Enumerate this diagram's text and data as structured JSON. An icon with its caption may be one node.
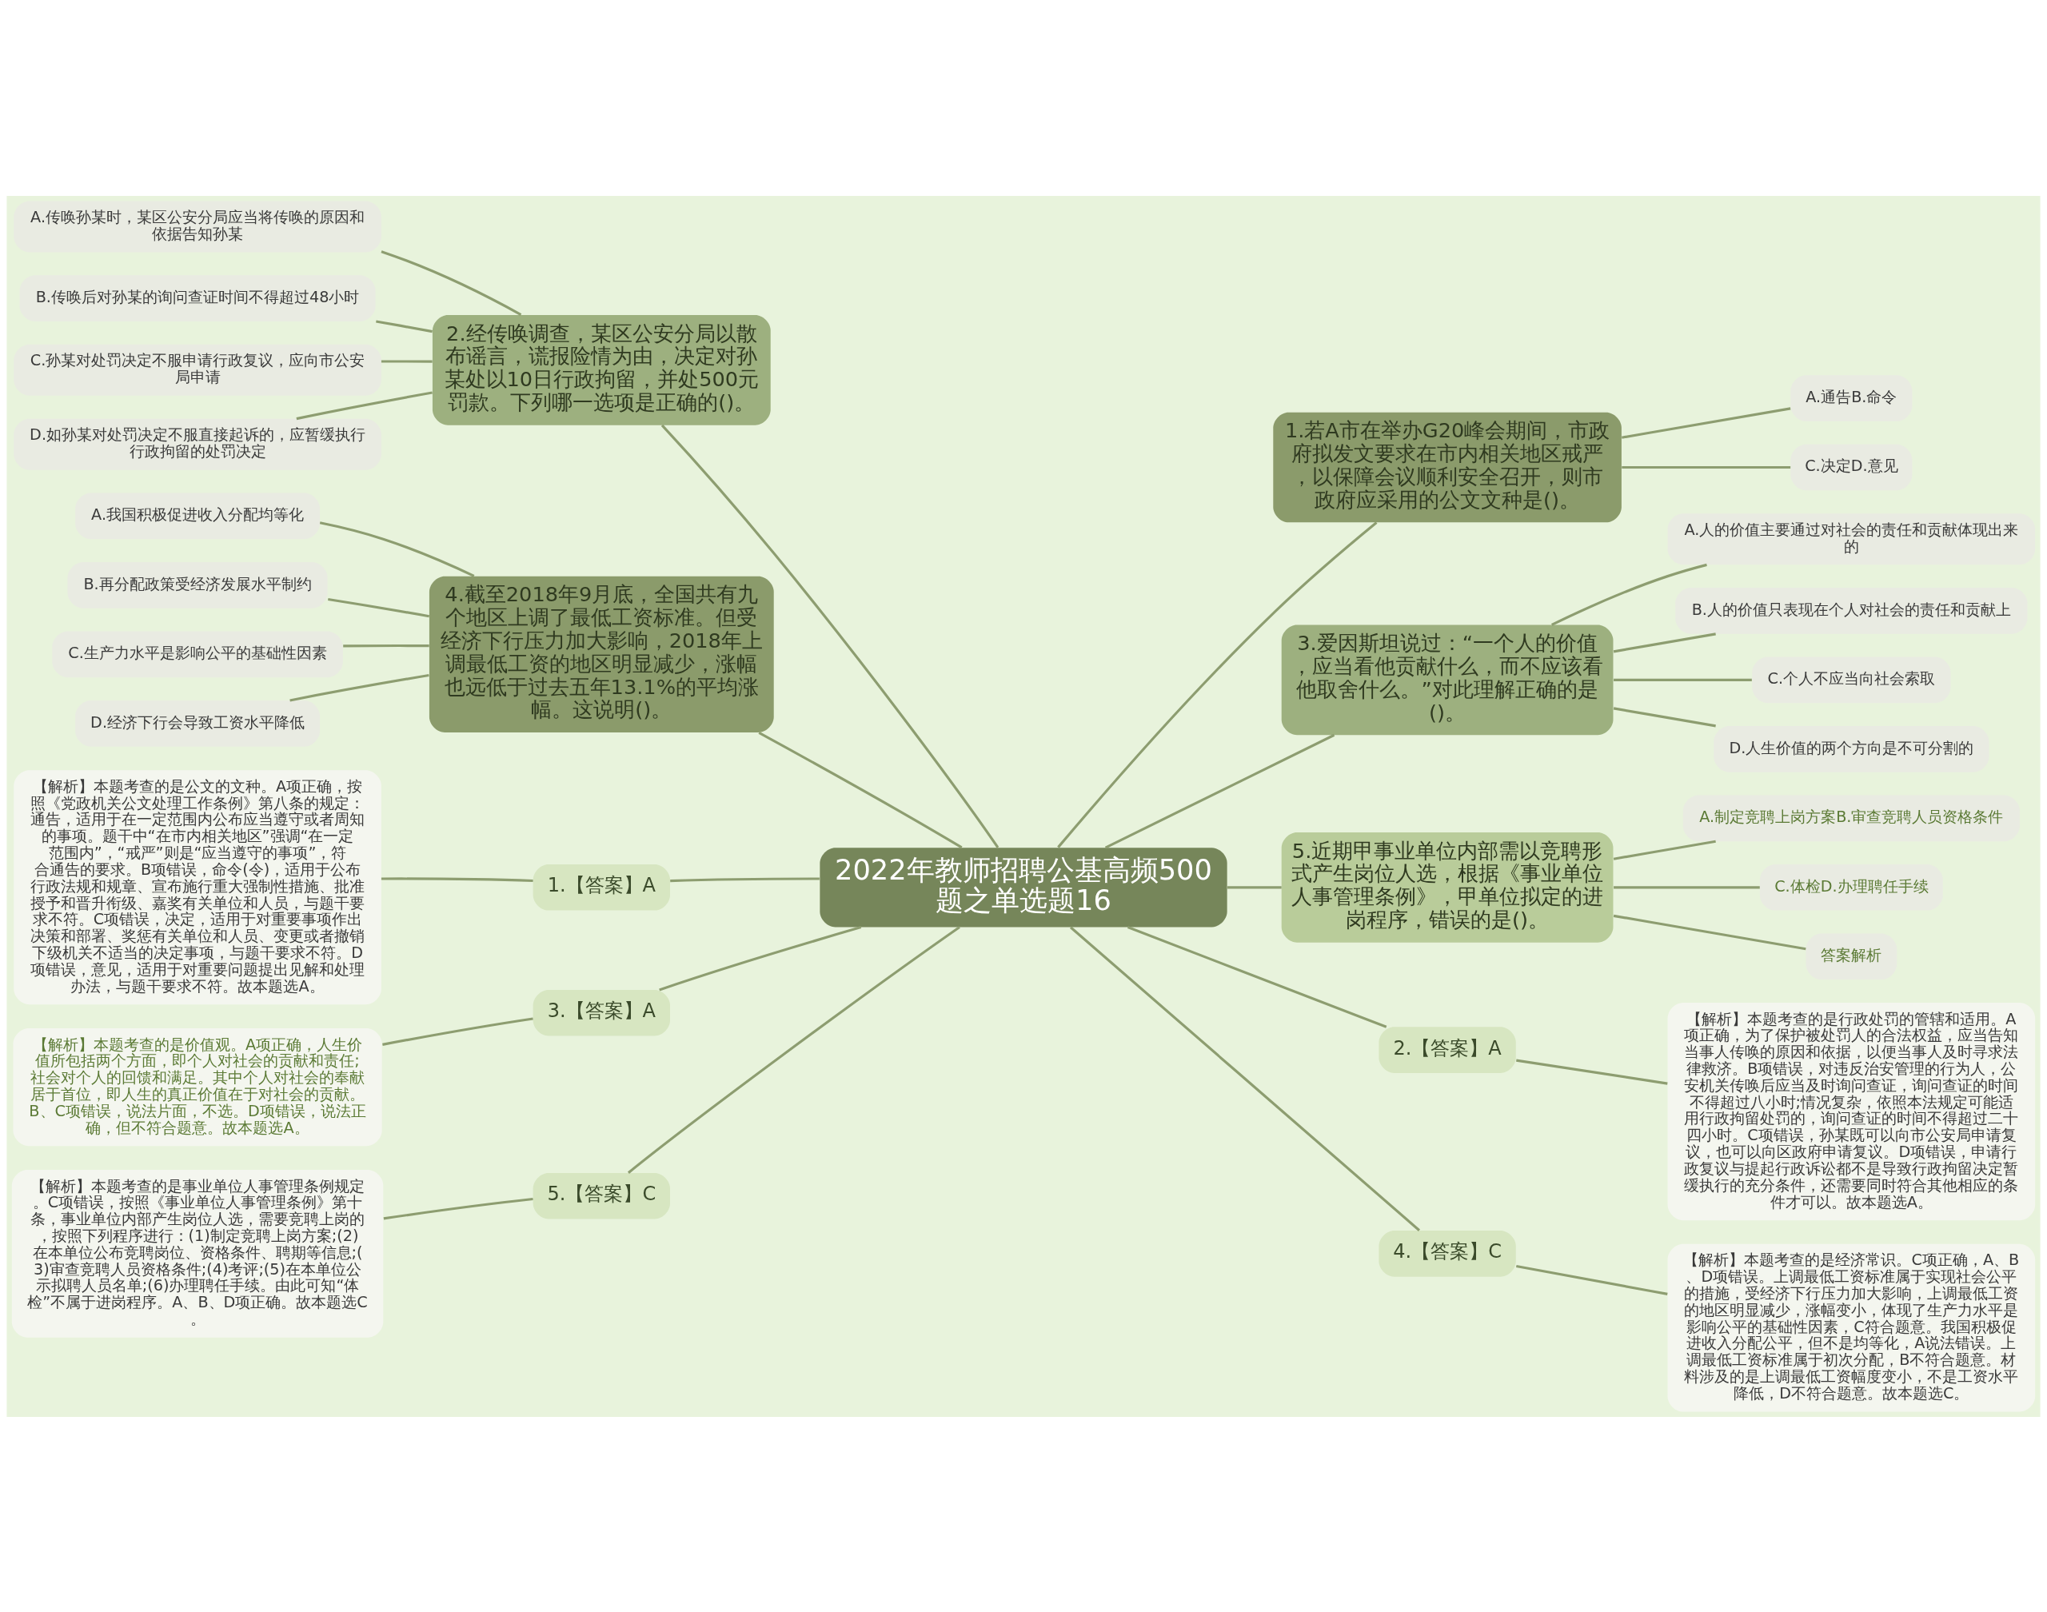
{
  "diagram": {
    "nodes": [
      {
        "text": [
          "2022年教师招聘公基高频500题之单选题16"
        ]
      },
      {
        "text": [
          "1.若A市在举办G20峰会期间，市政府拟发文要求在市内相关地区戒严，以保障会议顺利安全召开，则市政府应采用的公文文种是()。"
        ]
      },
      {
        "text": [
          "A.通告B.命令"
        ]
      },
      {
        "text": [
          "C.决定D.意见"
        ]
      },
      {
        "text": [
          "3.爱因斯坦说过：“一个人的价值，应当看他贡献什么，而不应该看他取舍什么。”对此理解正确的是()。"
        ]
      },
      {
        "text": [
          "A.人的价值主要通过对社会的责任和贡献体现出来的"
        ]
      },
      {
        "text": [
          "B.人的价值只表现在个人对社会的责任和贡献上"
        ]
      },
      {
        "text": [
          "C.个人不应当向社会索取"
        ]
      },
      {
        "text": [
          "D.人生价值的两个方向是不可分割的"
        ]
      },
      {
        "text": [
          "5.近期甲事业单位内部需以竞聘形式产生岗位人选，根据《事业单位人事管理条例》，甲单位拟定的进岗程序，错误的是()。"
        ]
      },
      {
        "text": [
          "A.制定竞聘上岗方案B.审查竞聘人员资格条件"
        ]
      },
      {
        "text": [
          "C.体检D.办理聘任手续"
        ]
      },
      {
        "text": [
          "答案解析"
        ]
      },
      {
        "text": [
          "2.【答案】A"
        ]
      },
      {
        "text": [
          "【解析】本题考查的是行政处罚的管辖和适用。A项正确，为了保护被处罚人的合法权益，应当告知当事人传唤的原因和依据，以便当事人及时寻求法律救济。B项错误，对违反治安管理的行为人，公安机关传唤后应当及时询问查证，询问查证的时间不得超过八小时;情况复杂，依照本法规定可能适用行政拘留处罚的，询问查证的时间不得超过二十四小时。C项错误，孙某既可以向市公安局申请复议，也可以向区政府申请复议。D项错误，申请行政复议与提起行政诉讼都不是导致行政拘留决定暂缓执行的充分条件，还需要同时符合其他相应的条件才可以。故本题选A。"
        ]
      },
      {
        "text": [
          "4.【答案】C"
        ]
      },
      {
        "text": [
          "【解析】本题考查的是经济常识。C项正确，A、B、D项错误。上调最低工资标准属于实现社会公平的措施，受经济下行压力加大影响，上调最低工资的地区明显减少，涨幅变小，体现了生产力水平是影响公平的基础性因素，C符合题意。我国积极促进收入分配公平，但不是均等化，A说法错误。上调最低工资标准属于初次分配，B不符合题意。材料涉及的是上调最低工资幅度变小，不是工资水平降低，D不符合题意。故本题选C。"
        ]
      },
      {
        "text": [
          "2.经传唤调查，某区公安分局以散布谣言，谎报险情为由，决定对孙某处以10日行政拘留，并处500元罚款。下列哪一选项是正确的()。"
        ]
      },
      {
        "text": [
          "A.传唤孙某时，某区公安分局应当将传唤的原因和依据告知孙某"
        ]
      },
      {
        "text": [
          "B.传唤后对孙某的询问查证时间不得超过48小时"
        ]
      },
      {
        "text": [
          "C.孙某对处罚决定不服申请行政复议，应向市公安局申请"
        ]
      },
      {
        "text": [
          "D.如孙某对处罚决定不服直接起诉的，应暂缓执行行政拘留的处罚决定"
        ]
      },
      {
        "text": [
          "4.截至2018年9月底，全国共有九个地区上调了最低工资标准。但受经济下行压力加大影响，2018年上调最低工资的地区明显减少，涨幅也远低于过去五年13.1%的平均涨幅。这说明()。"
        ]
      },
      {
        "text": [
          "A.我国积极促进收入分配均等化"
        ]
      },
      {
        "text": [
          "B.再分配政策受经济发展水平制约"
        ]
      },
      {
        "text": [
          "C.生产力水平是影响公平的基础性因素"
        ]
      },
      {
        "text": [
          "D.经济下行会导致工资水平降低"
        ]
      },
      {
        "text": [
          "1.【答案】A"
        ]
      },
      {
        "text": [
          "【解析】本题考查的是公文的文种。A项正确，按照《党政机关公文处理工作条例》第八条的规定：通告，适用于在一定范围内公布应当遵守或者周知的事项。题干中“在市内相关地区”强调“在一定范围内”，“戒严”则是“应当遵守的事项”，符合通告的要求。B项错误，命令(令)，适用于公布行政法规和规章、宣布施行重大强制性措施、批准授予和晋升衔级、嘉奖有关单位和人员，与题干要求不符。C项错误，决定，适用于对重要事项作出决策和部署、奖惩有关单位和人员、变更或者撤销下级机关不适当的决定事项，与题干要求不符。D项错误，意见，适用于对重要问题提出见解和处理办法，与题干要求不符。故本题选A。"
        ]
      },
      {
        "text": [
          "3.【答案】A"
        ]
      },
      {
        "text": [
          "【解析】本题考查的是价值观。A项正确，人生价值所包括两个方面，即个人对社会的贡献和责任;社会对个人的回馈和满足。其中个人对社会的奉献居于首位，即人生的真正价值在于对社会的贡献。B、C项错误，说法片面，不选。D项错误，说法正确，但不符合题意。故本题选A。"
        ]
      },
      {
        "text": [
          "5.【答案】C"
        ]
      },
      {
        "text": [
          "【解析】本题考查的是事业单位人事管理条例规定。C项错误，按照《事业单位人事管理条例》第十条，事业单位内部产生岗位人选，需要竞聘上岗的，按照下列程序进行：(1)制定竞聘上岗方案;(2)在本单位公布竞聘岗位、资格条件、聘期等信息;(3)审查竞聘人员资格条件;(4)考评;(5)在本单位公示拟聘人员名单;(6)办理聘任手续。由此可知“体检”不属于进岗程序。A、B、D项正确。故本题选C。"
        ]
      }
    ],
    "edges": [
      {
        "from": 0,
        "to": 1,
        "arrow": "none"
      },
      {
        "from": 1,
        "to": 2,
        "arrow": "none"
      },
      {
        "from": 1,
        "to": 3,
        "arrow": "none"
      },
      {
        "from": 0,
        "to": 4,
        "arrow": "none"
      },
      {
        "from": 4,
        "to": 5,
        "arrow": "none"
      },
      {
        "from": 4,
        "to": 6,
        "arrow": "none"
      },
      {
        "from": 4,
        "to": 7,
        "arrow": "none"
      },
      {
        "from": 4,
        "to": 8,
        "arrow": "none"
      },
      {
        "from": 0,
        "to": 9,
        "arrow": "none"
      },
      {
        "from": 9,
        "to": 10,
        "arrow": "none"
      },
      {
        "from": 9,
        "to": 11,
        "arrow": "none"
      },
      {
        "from": 9,
        "to": 12,
        "arrow": "none"
      },
      {
        "from": 0,
        "to": 13,
        "arrow": "none"
      },
      {
        "from": 13,
        "to": 14,
        "arrow": "none"
      },
      {
        "from": 0,
        "to": 15,
        "arrow": "none"
      },
      {
        "from": 15,
        "to": 16,
        "arrow": "none"
      },
      {
        "from": 0,
        "to": 17,
        "arrow": "none"
      },
      {
        "from": 17,
        "to": 18,
        "arrow": "none"
      },
      {
        "from": 17,
        "to": 19,
        "arrow": "none"
      },
      {
        "from": 17,
        "to": 20,
        "arrow": "none"
      },
      {
        "from": 17,
        "to": 21,
        "arrow": "none"
      },
      {
        "from": 0,
        "to": 22,
        "arrow": "none"
      },
      {
        "from": 22,
        "to": 23,
        "arrow": "none"
      },
      {
        "from": 22,
        "to": 24,
        "arrow": "none"
      },
      {
        "from": 22,
        "to": 25,
        "arrow": "none"
      },
      {
        "from": 22,
        "to": 26,
        "arrow": "none"
      },
      {
        "from": 0,
        "to": 27,
        "arrow": "none"
      },
      {
        "from": 27,
        "to": 28,
        "arrow": "none"
      },
      {
        "from": 0,
        "to": 29,
        "arrow": "none"
      },
      {
        "from": 29,
        "to": 30,
        "arrow": "none"
      },
      {
        "from": 0,
        "to": 31,
        "arrow": "none"
      },
      {
        "from": 31,
        "to": 32,
        "arrow": "none"
      }
    ]
  }
}
